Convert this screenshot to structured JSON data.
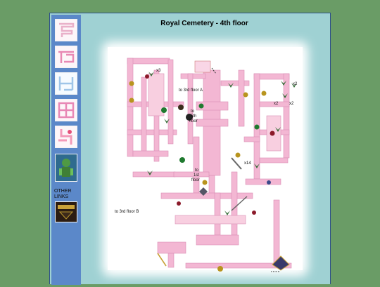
{
  "page": {
    "title": "Royal Cemetery - 4th floor"
  },
  "sidebar": {
    "links_label": [
      "OTHER",
      "LINKS"
    ],
    "thumbnails": [
      {
        "name": "floor-map-thumb-1",
        "accent": "#e9b0c9"
      },
      {
        "name": "floor-map-thumb-2",
        "accent": "#e889b4"
      },
      {
        "name": "floor-map-thumb-3",
        "accent": "#9fc5e8"
      },
      {
        "name": "floor-map-thumb-4",
        "accent": "#e888b6"
      },
      {
        "name": "floor-map-thumb-5",
        "accent": "#f39ab9"
      },
      {
        "name": "monster-thumb",
        "accent": "#3b6a3e"
      }
    ]
  },
  "map": {
    "labels": {
      "to_3rd_floor_a": "to 3rd floor A",
      "to_5th_floor": [
        "to",
        "5th",
        "floor"
      ],
      "to_1st_floor": [
        "to",
        "1st",
        "floor"
      ],
      "to_3rd_floor_b": "to 3rd floor B"
    },
    "counts": {
      "x3": "x3",
      "x2a": "x2",
      "x2b": "x2",
      "x2c": "x2",
      "x14": "x14"
    },
    "colors": {
      "corridor": "#f3b7d3",
      "corridor_edge": "#d98eb4",
      "bg_glow": "#ffffff",
      "frame_bg": "#9fd1d3"
    }
  }
}
